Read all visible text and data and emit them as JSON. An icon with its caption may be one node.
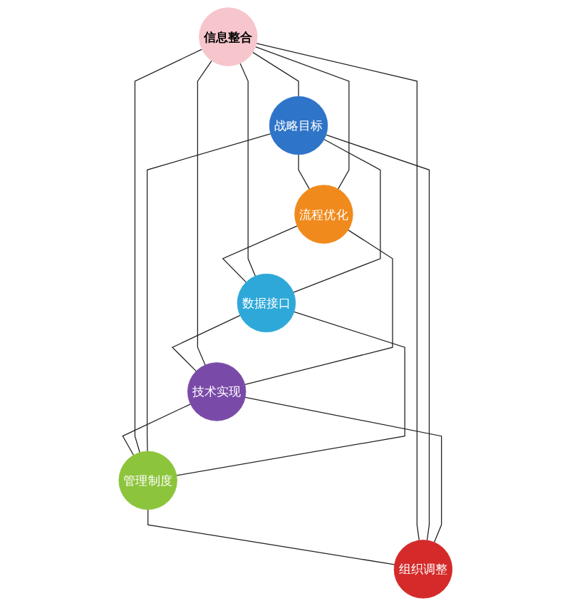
{
  "diagram": {
    "nodes": [
      {
        "text": [
          "战略目标"
        ]
      },
      {
        "text": [
          "组织调整"
        ]
      },
      {
        "text": [
          "流程优化"
        ]
      },
      {
        "text": [
          "信息整合"
        ]
      },
      {
        "text": [
          "管理制度"
        ]
      },
      {
        "text": [
          "数据接口"
        ]
      },
      {
        "text": [
          "技术实现"
        ]
      }
    ],
    "edges": [
      {
        "from": 0,
        "to": 2,
        "arrow": "none"
      },
      {
        "from": 2,
        "to": 5,
        "arrow": "none"
      },
      {
        "from": 5,
        "to": 6,
        "arrow": "none"
      },
      {
        "from": 6,
        "to": 4,
        "arrow": "none"
      },
      {
        "from": 4,
        "to": 1,
        "arrow": "none"
      },
      {
        "from": 1,
        "to": 0,
        "arrow": "none"
      },
      {
        "from": 3,
        "to": 0,
        "arrow": "none"
      },
      {
        "from": 3,
        "to": 1,
        "arrow": "none"
      },
      {
        "from": 3,
        "to": 2,
        "arrow": "none"
      },
      {
        "from": 3,
        "to": 4,
        "arrow": "none"
      },
      {
        "from": 3,
        "to": 5,
        "arrow": "none"
      },
      {
        "from": 3,
        "to": 6,
        "arrow": "none"
      },
      {
        "from": 0,
        "to": 4,
        "arrow": "none"
      },
      {
        "from": 0,
        "to": 5,
        "arrow": "none"
      },
      {
        "from": 1,
        "to": 6,
        "arrow": "none"
      },
      {
        "from": 2,
        "to": 6,
        "arrow": "none"
      },
      {
        "from": 4,
        "to": 5,
        "arrow": "none"
      }
    ]
  }
}
